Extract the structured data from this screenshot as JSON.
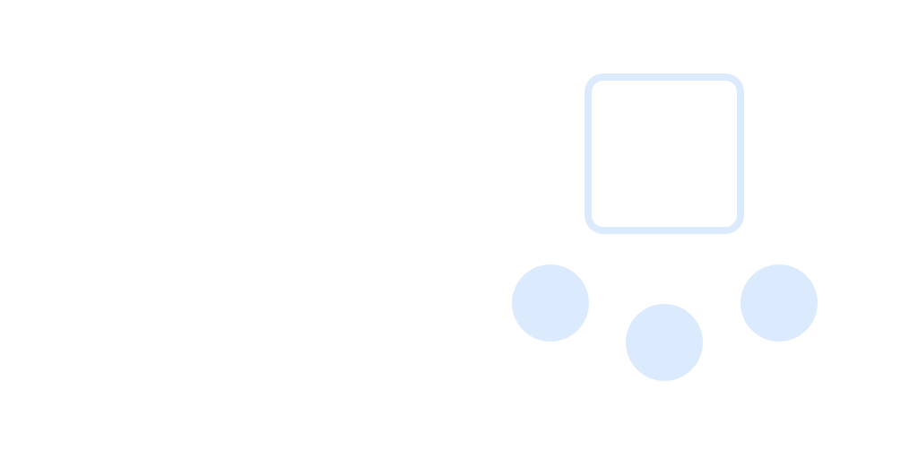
{
  "illustration": {
    "shapes": [
      "rounded-square-outline",
      "circle",
      "circle",
      "circle"
    ],
    "colors": {
      "background": "#ffffff",
      "shape": "#dbeafc"
    }
  }
}
